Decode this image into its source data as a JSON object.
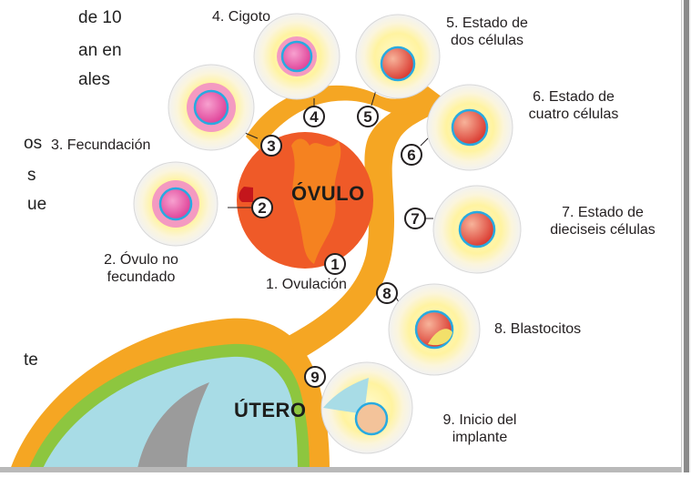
{
  "background_text": [
    "de 10",
    "an en",
    "ales",
    "os",
    "s",
    "ue",
    "te"
  ],
  "organs": {
    "ovary": "ÓVULO",
    "uterus": "ÚTERO"
  },
  "stages": [
    {
      "num": "1",
      "label": "1. Ovulación"
    },
    {
      "num": "2",
      "label_lines": [
        "2. Óvulo no",
        "fecundado"
      ]
    },
    {
      "num": "3",
      "label": "3. Fecundación"
    },
    {
      "num": "4",
      "label": "4. Cigoto"
    },
    {
      "num": "5",
      "label_lines": [
        "5. Estado de",
        "dos células"
      ]
    },
    {
      "num": "6",
      "label_lines": [
        "6. Estado de",
        "cuatro células"
      ]
    },
    {
      "num": "7",
      "label_lines": [
        "7. Estado de",
        "dieciseis células"
      ]
    },
    {
      "num": "8",
      "label": "8. Blastocitos"
    },
    {
      "num": "9",
      "label_lines": [
        "9. Inicio del",
        "implante"
      ]
    }
  ],
  "colors": {
    "tube": "#f5a623",
    "ovary": "#ef5a28",
    "uterus_wall": "#8dc63f",
    "uterus_inner": "#a8dce6",
    "cell_glow": "#fff7b0",
    "ovum": "#ec4ea0",
    "membrane": "#27aae1"
  }
}
